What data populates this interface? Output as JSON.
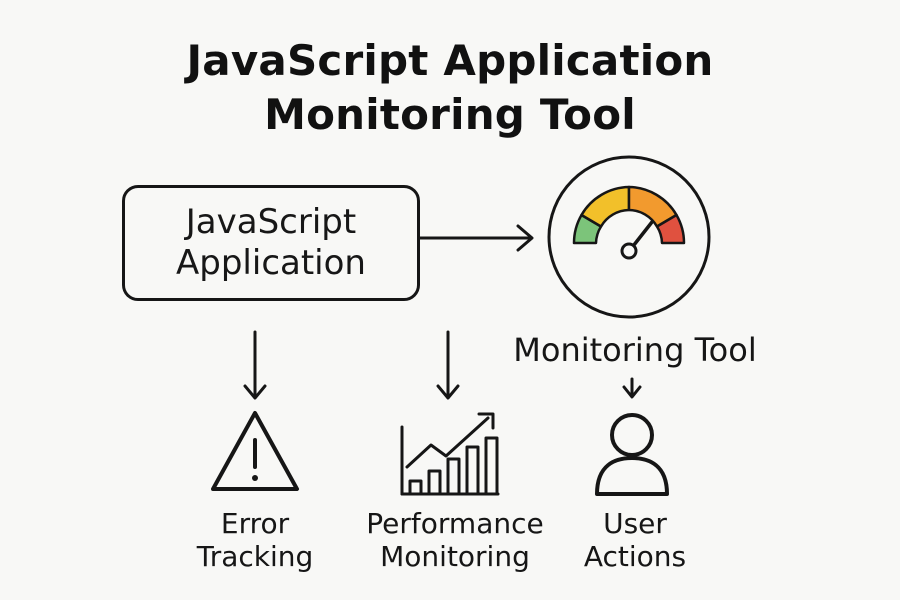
{
  "title": {
    "line1": "JavaScript Application",
    "line2": "Monitoring Tool"
  },
  "app_box": {
    "line1": "JavaScript",
    "line2": "Application"
  },
  "monitoring_tool": {
    "label": "Monitoring Tool",
    "icon": "gauge-icon",
    "colors": {
      "green": "#7cc47a",
      "yellow": "#f2c02a",
      "orange": "#f29a2e",
      "red": "#e0513f"
    }
  },
  "features": [
    {
      "line1": "Error",
      "line2": "Tracking",
      "icon": "warning-icon"
    },
    {
      "line1": "Performance",
      "line2": "Monitoring",
      "icon": "bar-chart-trend-icon"
    },
    {
      "line1": "User",
      "line2": "Actions",
      "icon": "user-icon"
    }
  ],
  "colors": {
    "ink": "#161616",
    "background": "#f8f8f6"
  }
}
